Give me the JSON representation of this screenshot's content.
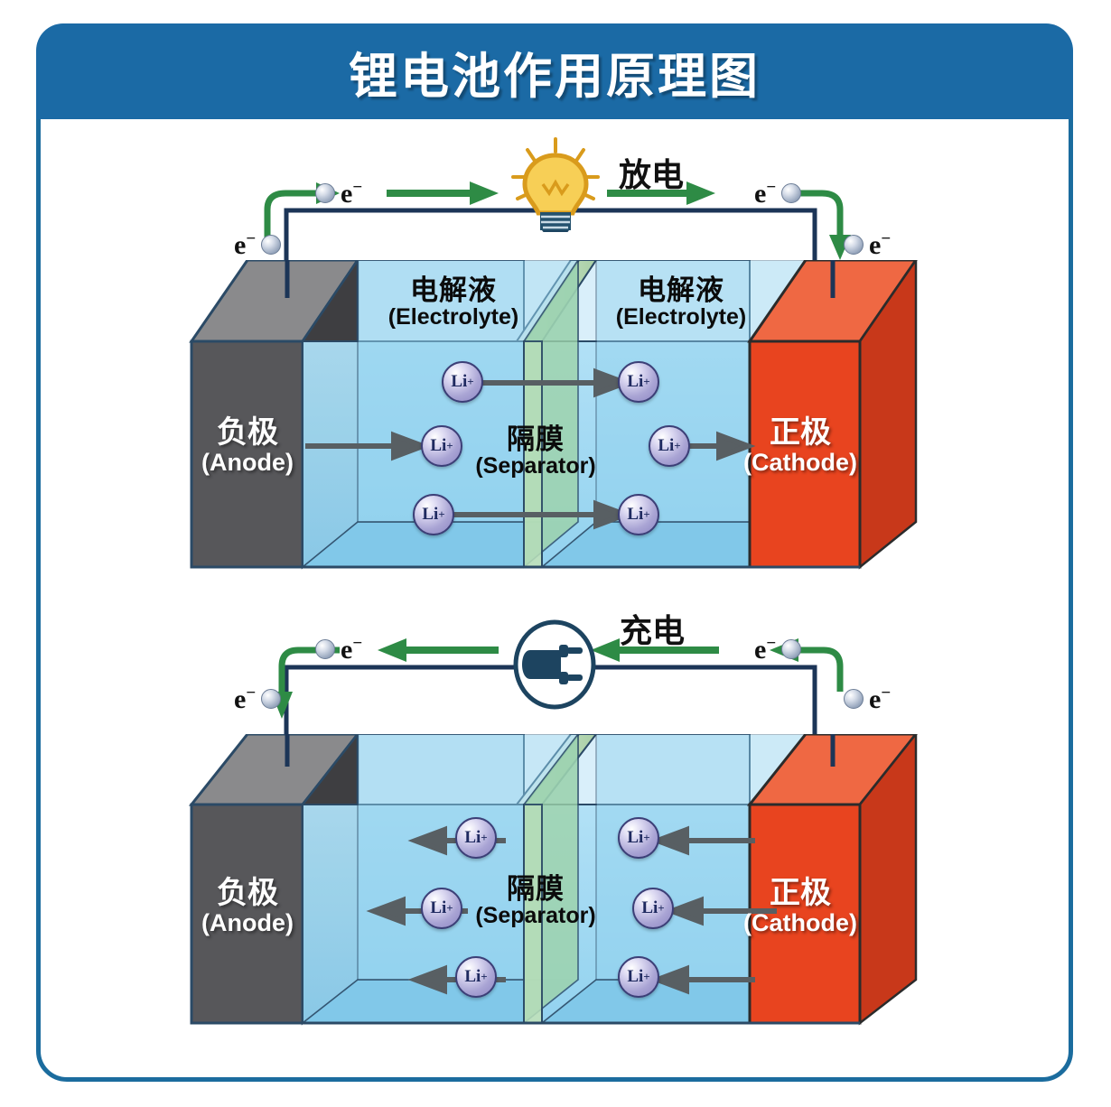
{
  "header": {
    "title": "锂电池作用原理图"
  },
  "colors": {
    "frame_border": "#1b6c9e",
    "header_bg": "#1b6aa5",
    "anode_front": "#57575a",
    "anode_top": "#8a8a8c",
    "anode_side": "#3e3e41",
    "cathode_front": "#e8441f",
    "cathode_top": "#ef6843",
    "cathode_side": "#c8381a",
    "electrolyte_liquid": "#9fd8f2",
    "electrolyte_top": "#d6eefb",
    "separator_green": "#a9d9b5",
    "arrow_green": "#2e8b45",
    "arrow_gray": "#585f63",
    "wire_navy": "#1c3557",
    "li_ion": "#a9a4d4",
    "electron": "#97a6bd",
    "bulb_yellow": "#f5c842",
    "plug_navy": "#1d4460"
  },
  "discharge": {
    "mode_label": "放电",
    "icon": "light-bulb-icon",
    "electron_symbol": "e",
    "electron_charge": "−",
    "electrons": [
      {
        "id": "anode-outer",
        "side": "left",
        "position": "below-wire"
      },
      {
        "id": "anode-upper",
        "side": "left",
        "position": "above-wire"
      },
      {
        "id": "cathode-upper",
        "side": "right",
        "position": "above-wire"
      },
      {
        "id": "cathode-outer",
        "side": "right",
        "position": "below-wire"
      }
    ],
    "flow_direction": "left-to-right",
    "cell": {
      "anode": {
        "cn": "负极",
        "en": "(Anode)"
      },
      "cathode": {
        "cn": "正极",
        "en": "(Cathode)"
      },
      "separator": {
        "cn": "隔膜",
        "en": "(Separator)"
      },
      "electrolyte_left": {
        "cn": "电解液",
        "en": "(Electrolyte)"
      },
      "electrolyte_right": {
        "cn": "电解液",
        "en": "(Electrolyte)"
      },
      "ion_label": "Li",
      "ion_charge": "+",
      "ion_flow_direction": "anode-to-cathode",
      "ion_rows": [
        {
          "row": "top",
          "left_ion": true,
          "right_ion": true
        },
        {
          "row": "middle",
          "left_ion": true,
          "right_ion": true
        },
        {
          "row": "bottom",
          "left_ion": true,
          "right_ion": true
        }
      ]
    }
  },
  "charge": {
    "mode_label": "充电",
    "icon": "power-plug-icon",
    "electron_symbol": "e",
    "electron_charge": "−",
    "electrons": [
      {
        "id": "anode-outer",
        "side": "left",
        "position": "below-wire"
      },
      {
        "id": "anode-upper",
        "side": "left",
        "position": "above-wire"
      },
      {
        "id": "cathode-upper",
        "side": "right",
        "position": "above-wire"
      },
      {
        "id": "cathode-outer",
        "side": "right",
        "position": "below-wire"
      }
    ],
    "flow_direction": "right-to-left",
    "cell": {
      "anode": {
        "cn": "负极",
        "en": "(Anode)"
      },
      "cathode": {
        "cn": "正极",
        "en": "(Cathode)"
      },
      "separator": {
        "cn": "隔膜",
        "en": "(Separator)"
      },
      "ion_label": "Li",
      "ion_charge": "+",
      "ion_flow_direction": "cathode-to-anode",
      "ion_rows": [
        {
          "row": "top",
          "left_ion": true,
          "right_ion": true
        },
        {
          "row": "middle",
          "left_ion": true,
          "right_ion": true
        },
        {
          "row": "bottom",
          "left_ion": true,
          "right_ion": true
        }
      ]
    }
  }
}
